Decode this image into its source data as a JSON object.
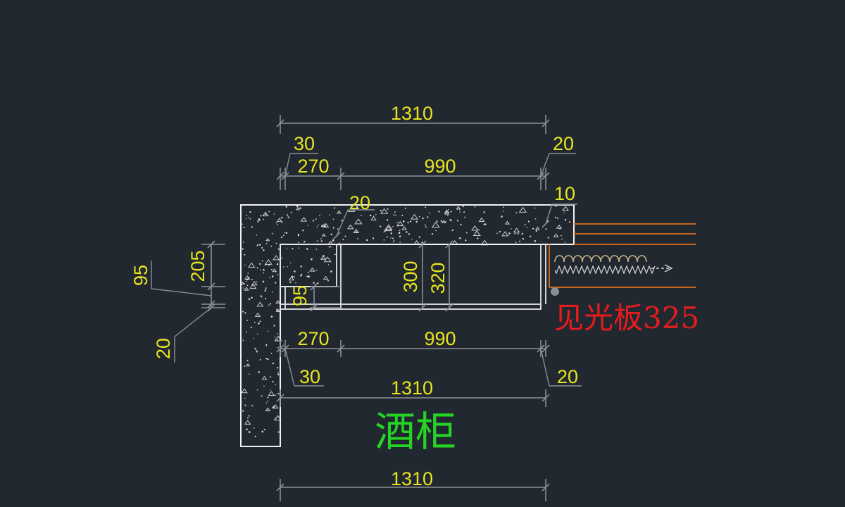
{
  "drawing": {
    "background": "#212830",
    "dimension_color": "#e8e41e",
    "line_color": "#f2f2f2",
    "dim_line_color": "#8a8f96",
    "accent_red": "#e61c1c",
    "accent_green": "#25d425",
    "accent_orange": "#c8661e"
  },
  "top_dims": {
    "overall": "1310",
    "left_small": "30",
    "left_seg": "270",
    "main_seg": "990",
    "right_small": "20",
    "inner_20": "20",
    "inner_10": "10"
  },
  "middle_dims": {
    "v300": "300",
    "v320": "320",
    "v95": "95"
  },
  "bottom_dims": {
    "left_seg": "270",
    "main_seg": "990",
    "left_small": "30",
    "right_small": "20",
    "overall": "1310",
    "overall_lower": "1310"
  },
  "side_dims": {
    "v95": "95",
    "v205": "205",
    "v20": "20"
  },
  "labels": {
    "light_panel": "见光板325",
    "title": "酒柜"
  }
}
